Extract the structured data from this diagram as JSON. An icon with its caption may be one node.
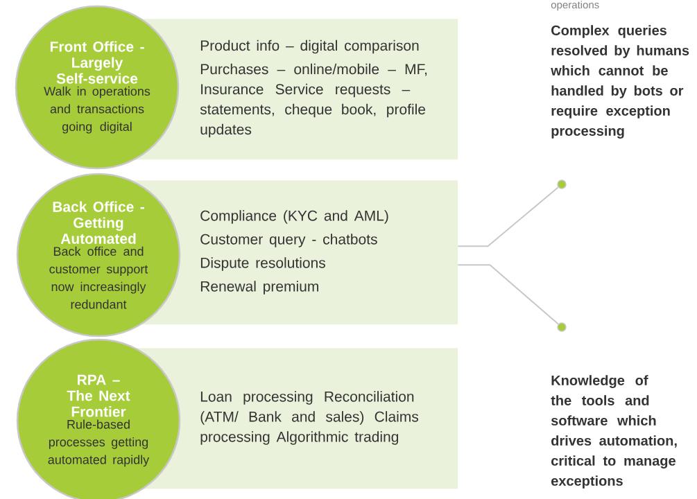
{
  "diagram": {
    "nodes": [
      {
        "text": [
          "Front Office - Largely Self-service",
          "Walk in operations and transactions going digital"
        ]
      },
      {
        "text": [
          "Product info – digital comparison",
          "Purchases – online/mobile – MF, Insurance Service requests – statements, cheque book, profile updates"
        ]
      },
      {
        "text": [
          "Back Office - Getting Automated",
          "Back office and customer support now increasingly redundant"
        ]
      },
      {
        "text": [
          "Compliance (KYC and AML)",
          "Customer query - chatbots",
          "Dispute resolutions",
          "Renewal premium"
        ]
      },
      {
        "text": [
          "RPA – The Next Frontier",
          "Rule-based processes getting automated rapidly"
        ]
      },
      {
        "text": [
          "Loan processing Reconciliation (ATM/ Bank and sales) Claims processing Algorithmic trading"
        ]
      },
      {
        "text": [],
        "shape": "circle"
      },
      {
        "text": [],
        "shape": "circle"
      }
    ],
    "edges": [
      {
        "from": 3,
        "to": 6,
        "arrow": "none"
      },
      {
        "from": 3,
        "to": 7,
        "arrow": "none"
      }
    ],
    "labels": [
      "operations",
      "Complex queries resolved by humans which cannot be handled by bots or require exception processing",
      "Knowledge of the tools and software which drives automation, critical to manage exceptions"
    ]
  }
}
